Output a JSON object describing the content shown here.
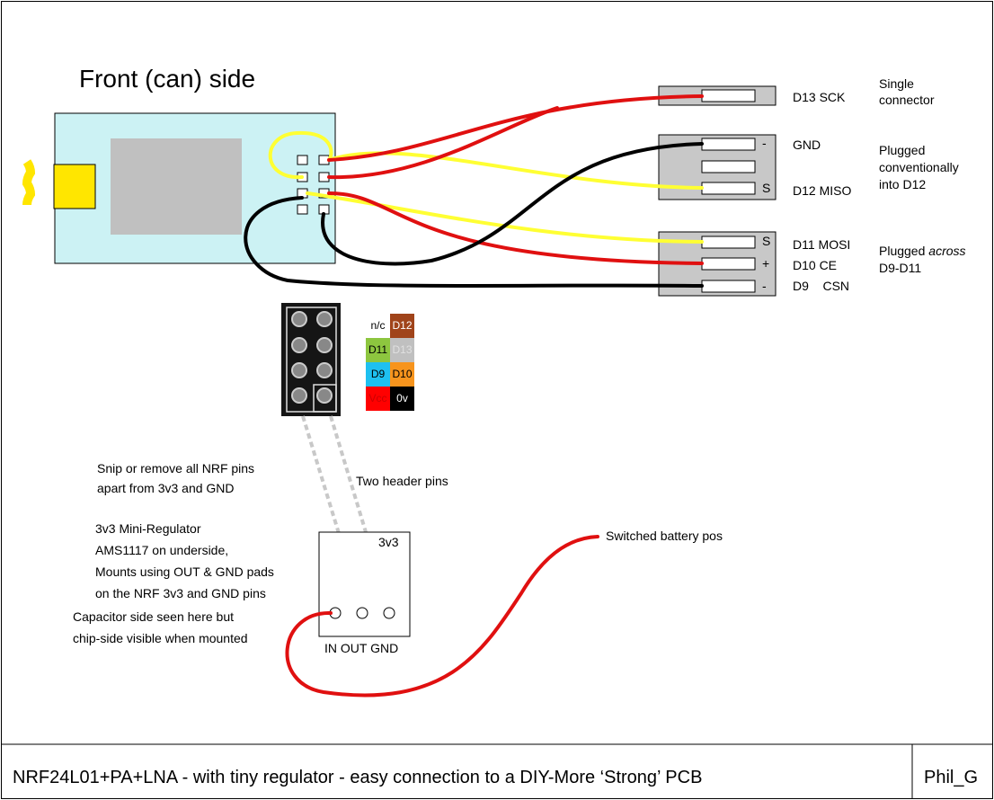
{
  "title": "Front (can) side",
  "connectors": [
    {
      "pins": [
        "D13  SCK"
      ],
      "note_lines": [
        "Single",
        "connector"
      ]
    },
    {
      "pins": [
        "GND",
        "",
        "D12  MISO"
      ],
      "marks": [
        "-",
        "",
        "S"
      ],
      "note_lines": [
        "Plugged",
        "conventionally",
        "into D12"
      ]
    },
    {
      "pins": [
        "D11  MOSI",
        "D10  CE",
        "D9    CSN"
      ],
      "marks": [
        "S",
        "+",
        "-"
      ],
      "note_prefix": "Plugged ",
      "note_italic": "across",
      "note_line2": "D9-D11"
    }
  ],
  "pinmap": [
    {
      "label": "n/c",
      "bg": "#ffffff",
      "fg": "#000000"
    },
    {
      "label": "D12",
      "bg": "#a0441a",
      "fg": "#ffffff"
    },
    {
      "label": "D11",
      "bg": "#8dc63f",
      "fg": "#000000"
    },
    {
      "label": "D13",
      "bg": "#c0c0c0",
      "fg": "#e0e0e0"
    },
    {
      "label": "D9",
      "bg": "#1ec0f0",
      "fg": "#000000"
    },
    {
      "label": "D10",
      "bg": "#f7941d",
      "fg": "#000000"
    },
    {
      "label": "Vcc",
      "bg": "#ff0000",
      "fg": "#cc0000"
    },
    {
      "label": "0v",
      "bg": "#000000",
      "fg": "#ffffff"
    }
  ],
  "notes": {
    "snip": [
      "Snip or remove all NRF pins",
      "apart from 3v3 and GND"
    ],
    "header_pins": "Two header pins",
    "regulator": [
      "3v3 Mini-Regulator",
      "AMS1117 on underside,",
      "Mounts using OUT & GND pads",
      "on the NRF 3v3 and GND pins"
    ],
    "capacitor": [
      "Capacitor side seen here but",
      "chip-side visible when mounted"
    ],
    "battery": "Switched battery pos",
    "reg_label": "3v3",
    "reg_pins": "IN OUT GND"
  },
  "footer": {
    "caption": "NRF24L01+PA+LNA - with tiny regulator - easy connection to a DIY-More ‘Strong’ PCB",
    "author": "Phil_G"
  },
  "colors": {
    "board": "#ccf2f4",
    "chip": "#c0c0c0",
    "antenna": "#ffe600",
    "wire_red": "#e01010",
    "wire_yellow": "#ffff33",
    "wire_black": "#000000",
    "connector": "#c8c8c8"
  }
}
